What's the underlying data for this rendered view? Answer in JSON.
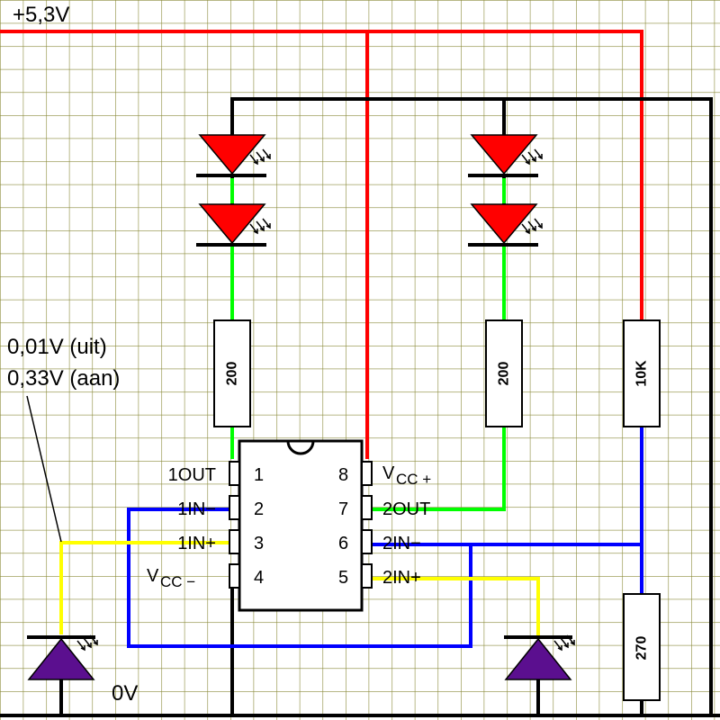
{
  "labels": {
    "supply": "+5,3V",
    "ground": "0V",
    "measure_off": "0,01V (uit)",
    "measure_on": "0,33V (aan)"
  },
  "resistors": {
    "r_led_left": "200",
    "r_led_right": "200",
    "r_divider_top": "10K",
    "r_divider_bottom": "270"
  },
  "ic": {
    "pins": [
      {
        "num": "1",
        "name": "1OUT"
      },
      {
        "num": "2",
        "name": "1IN−"
      },
      {
        "num": "3",
        "name": "1IN+"
      },
      {
        "num": "4",
        "name": "Vcc−",
        "main": "V",
        "sub": "CC −"
      },
      {
        "num": "5",
        "name": "2IN+"
      },
      {
        "num": "6",
        "name": "2IN−"
      },
      {
        "num": "7",
        "name": "2OUT"
      },
      {
        "num": "8",
        "name": "Vcc+",
        "main": "V",
        "sub": "CC +"
      }
    ]
  },
  "colors": {
    "supply_wire": "#ff0000",
    "ground_wire": "#000000",
    "output_wire": "#00ff00",
    "inverting_input_wire": "#0000ff",
    "noninverting_input_wire": "#ffff00",
    "led_fill": "#ff0000",
    "sensor_fill": "#5b0f8f",
    "grid": "#8a8a3a",
    "background": "#ffffff"
  }
}
